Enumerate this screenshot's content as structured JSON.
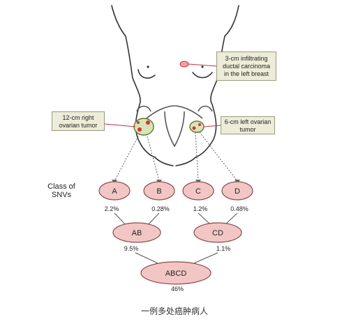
{
  "callouts": {
    "breast": "3-cm infiltrating ductal carcinoma in the left breast",
    "right_ovary": "12-cm right ovarian tumor",
    "left_ovary": "6-cm left ovarian tumor"
  },
  "class_label": "Class of SNVs",
  "nodes": {
    "A": {
      "label": "A",
      "pct": "2.2%"
    },
    "B": {
      "label": "B",
      "pct": "0.28%"
    },
    "C": {
      "label": "C",
      "pct": "1.2%"
    },
    "D": {
      "label": "D",
      "pct": "0.48%"
    },
    "AB": {
      "label": "AB",
      "pct": "9.5%"
    },
    "CD": {
      "label": "CD",
      "pct": "1.1%"
    },
    "ABCD": {
      "label": "ABCD",
      "pct": "46%"
    }
  },
  "caption": "一例多处癌肿病人",
  "colors": {
    "node_fill": "#f3c6c6",
    "node_stroke": "#8a4b4b",
    "callout_bg": "#ececd8",
    "tumor": "#d9303a",
    "ovary": "#d8e4b8"
  }
}
